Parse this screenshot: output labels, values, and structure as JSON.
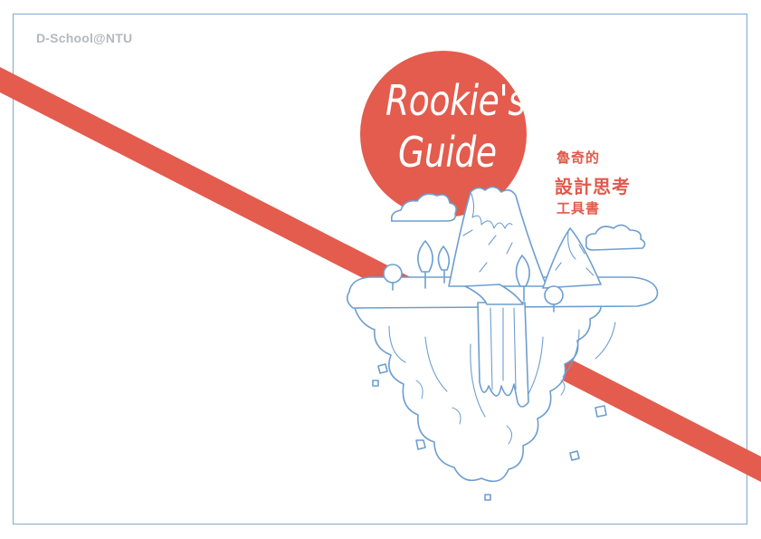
{
  "brand": "D-School@NTU",
  "title": {
    "line1": "Rookie's",
    "line2": "Guide"
  },
  "subtitle": {
    "line1": "魯奇的",
    "line2": "設計思考",
    "line3": "工具書"
  },
  "colors": {
    "accent_red": "#e35c4e",
    "line_blue": "#6d9ed0",
    "frame_blue": "#7fa7cf",
    "brand_gray": "#b4b8bd",
    "background": "#ffffff"
  },
  "illustration": "floating-island-mountain-waterfall"
}
